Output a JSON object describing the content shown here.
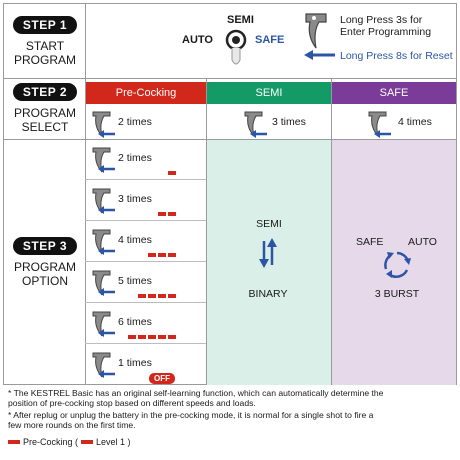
{
  "steps": [
    {
      "badge": "STEP 1",
      "label_lines": [
        "START",
        "PROGRAM"
      ]
    },
    {
      "badge": "STEP 2",
      "label_lines": [
        "PROGRAM",
        "SELECT"
      ]
    },
    {
      "badge": "STEP 3",
      "label_lines": [
        "PROGRAM",
        "OPTION"
      ]
    }
  ],
  "step1": {
    "selector": {
      "semi": "SEMI",
      "auto": "AUTO",
      "safe": "SAFE"
    },
    "instructions": [
      "Long Press 3s for",
      "Enter Programming"
    ],
    "reset": "Long Press 8s for Reset"
  },
  "columns": [
    {
      "label": "Pre-Cocking",
      "color": "#d2271b"
    },
    {
      "label": "SEMI",
      "color": "#139a66"
    },
    {
      "label": "SAFE",
      "color": "#7a3c98"
    }
  ],
  "step2": {
    "precocking": "2 times",
    "semi": "3 times",
    "safe": "4 times"
  },
  "step3": {
    "precocking_options": [
      {
        "times": "2 times",
        "level": 1
      },
      {
        "times": "3 times",
        "level": 2
      },
      {
        "times": "4 times",
        "level": 3
      },
      {
        "times": "5 times",
        "level": 4
      },
      {
        "times": "6 times",
        "level": 5
      },
      {
        "times": "1 times",
        "level": 0,
        "badge": "OFF"
      }
    ],
    "semi": {
      "top": "SEMI",
      "bottom": "BINARY"
    },
    "safe": {
      "left": "SAFE",
      "right": "AUTO",
      "bottom": "3 BURST"
    }
  },
  "footnotes": [
    "* The KESTREL Basic has an original self-learning function, which can automatically determine the",
    "  position of pre-cocking stop based on different speeds and loads.",
    "* After replug or unplug the battery in the pre-cocking mode, it is normal for a single shot to fire a",
    "  few more rounds on the first time."
  ],
  "legend": {
    "left": "Pre-Cocking (",
    "right": "Level 1 )"
  },
  "colors": {
    "red": "#d2271b",
    "green": "#139a66",
    "purple": "#7a3c98",
    "blue_arrow": "#2c55a6",
    "semi_bg": "#d9efe7",
    "safe_bg": "#e6d9ea"
  },
  "icons": [
    "trigger-icon",
    "arrow-left-icon",
    "selector-switch-icon",
    "swap-arrows-icon",
    "cycle-arrows-icon"
  ]
}
